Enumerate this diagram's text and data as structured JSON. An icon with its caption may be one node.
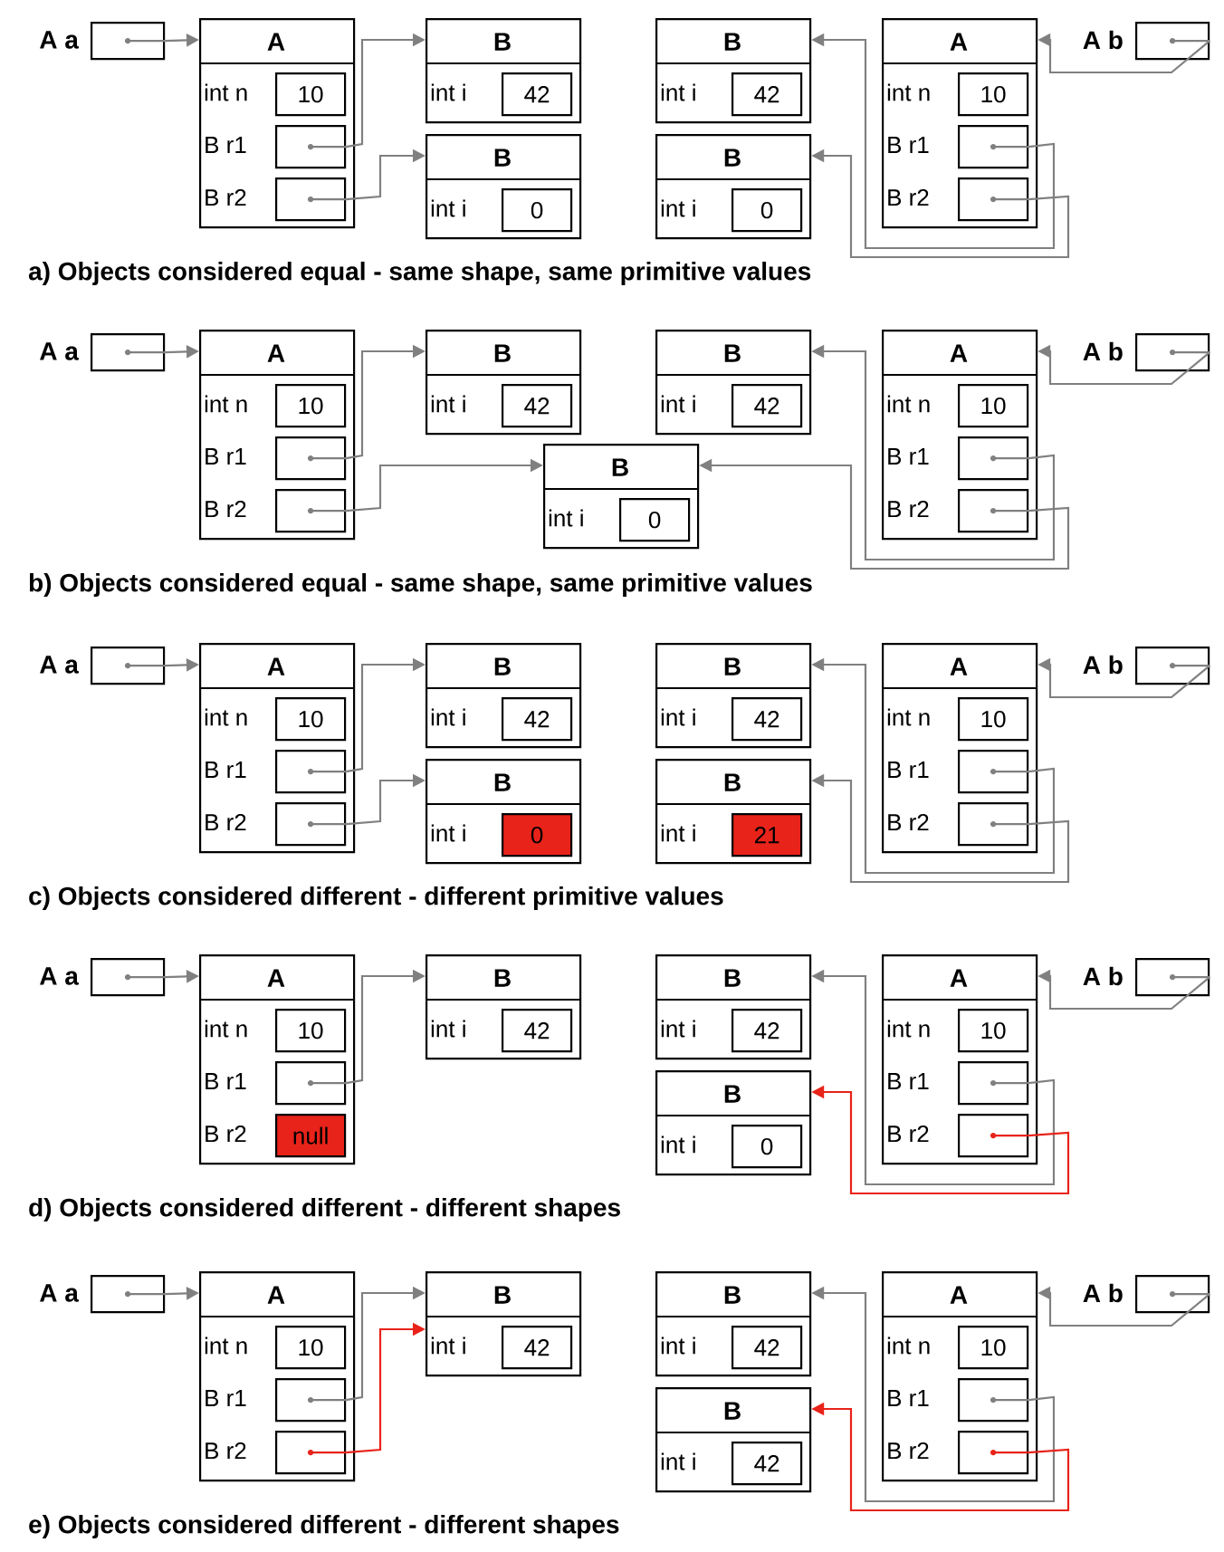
{
  "diagram": {
    "nodes": [
      {
        "text": [
          "A a"
        ]
      },
      {
        "text": [
          "A",
          "int n",
          "B r1",
          "B r2"
        ]
      },
      {
        "text": [
          "10"
        ],
        "in": 1
      },
      {
        "text": [],
        "shape": "box",
        "in": 1
      },
      {
        "text": [],
        "shape": "box",
        "in": 1
      },
      {
        "text": [
          "B",
          "int i"
        ]
      },
      {
        "text": [
          "42"
        ],
        "in": 5
      },
      {
        "text": [
          "B",
          "int i"
        ]
      },
      {
        "text": [
          "0"
        ],
        "in": 7
      },
      {
        "text": [
          "B",
          "int i"
        ]
      },
      {
        "text": [
          "42"
        ],
        "in": 9
      },
      {
        "text": [
          "B",
          "int i"
        ]
      },
      {
        "text": [
          "0"
        ],
        "in": 11
      },
      {
        "text": [
          "A",
          "int n",
          "B r1",
          "B r2"
        ]
      },
      {
        "text": [
          "10"
        ],
        "in": 13
      },
      {
        "text": [],
        "shape": "box",
        "in": 13
      },
      {
        "text": [],
        "shape": "box",
        "in": 13
      },
      {
        "text": [
          "A b"
        ]
      },
      {
        "text": [
          "A a"
        ]
      },
      {
        "text": [
          "A",
          "int n",
          "B r1",
          "B r2"
        ]
      },
      {
        "text": [
          "10"
        ],
        "in": 19
      },
      {
        "text": [],
        "shape": "box",
        "in": 19
      },
      {
        "text": [],
        "shape": "box",
        "in": 19
      },
      {
        "text": [
          "B",
          "int i"
        ]
      },
      {
        "text": [
          "42"
        ],
        "in": 23
      },
      {
        "text": [
          "B",
          "int i"
        ]
      },
      {
        "text": [
          "0"
        ],
        "in": 25
      },
      {
        "text": [
          "B",
          "int i"
        ]
      },
      {
        "text": [
          "42"
        ],
        "in": 27
      },
      {
        "text": [
          "A",
          "int n",
          "B r1",
          "B r2"
        ]
      },
      {
        "text": [
          "10"
        ],
        "in": 29
      },
      {
        "text": [],
        "shape": "box",
        "in": 29
      },
      {
        "text": [],
        "shape": "box",
        "in": 29
      },
      {
        "text": [
          "A b"
        ]
      },
      {
        "text": [
          "A a"
        ]
      },
      {
        "text": [
          "A",
          "int n",
          "B r1",
          "B r2"
        ]
      },
      {
        "text": [
          "10"
        ],
        "in": 35
      },
      {
        "text": [],
        "shape": "box",
        "in": 35
      },
      {
        "text": [],
        "shape": "box",
        "in": 35
      },
      {
        "text": [
          "B",
          "int i"
        ]
      },
      {
        "text": [
          "42"
        ],
        "in": 39
      },
      {
        "text": [
          "B",
          "int i"
        ]
      },
      {
        "text": [
          "0"
        ],
        "in": 41
      },
      {
        "text": [
          "B",
          "int i"
        ]
      },
      {
        "text": [
          "42"
        ],
        "in": 43
      },
      {
        "text": [
          "B",
          "int i"
        ]
      },
      {
        "text": [
          "21"
        ],
        "in": 45
      },
      {
        "text": [
          "A",
          "int n",
          "B r1",
          "B r2"
        ]
      },
      {
        "text": [
          "10"
        ],
        "in": 47
      },
      {
        "text": [],
        "shape": "box",
        "in": 47
      },
      {
        "text": [],
        "shape": "box",
        "in": 47
      },
      {
        "text": [
          "A b"
        ]
      },
      {
        "text": [
          "A a"
        ]
      },
      {
        "text": [
          "A",
          "int n",
          "B r1",
          "B r2"
        ]
      },
      {
        "text": [
          "10"
        ],
        "in": 53
      },
      {
        "text": [],
        "shape": "box",
        "in": 53
      },
      {
        "text": [
          "null"
        ],
        "in": 53
      },
      {
        "text": [
          "B",
          "int i"
        ]
      },
      {
        "text": [
          "42"
        ],
        "in": 57
      },
      {
        "text": [
          "B",
          "int i"
        ]
      },
      {
        "text": [
          "42"
        ],
        "in": 59
      },
      {
        "text": [
          "B",
          "int i"
        ]
      },
      {
        "text": [
          "0"
        ],
        "in": 61
      },
      {
        "text": [
          "A",
          "int n",
          "B r1",
          "B r2"
        ]
      },
      {
        "text": [
          "10"
        ],
        "in": 63
      },
      {
        "text": [],
        "shape": "box",
        "in": 63
      },
      {
        "text": [],
        "shape": "box",
        "in": 63
      },
      {
        "text": [
          "A b"
        ]
      },
      {
        "text": [
          "A a"
        ]
      },
      {
        "text": [
          "A",
          "int n",
          "B r1",
          "B r2"
        ]
      },
      {
        "text": [
          "10"
        ],
        "in": 69
      },
      {
        "text": [],
        "shape": "box",
        "in": 69
      },
      {
        "text": [],
        "shape": "box",
        "in": 69
      },
      {
        "text": [
          "B",
          "int i"
        ]
      },
      {
        "text": [
          "42"
        ],
        "in": 73
      },
      {
        "text": [
          "B",
          "int i"
        ]
      },
      {
        "text": [
          "42"
        ],
        "in": 75
      },
      {
        "text": [
          "B",
          "int i"
        ]
      },
      {
        "text": [
          "42"
        ],
        "in": 77
      },
      {
        "text": [
          "A",
          "int n",
          "B r1",
          "B r2"
        ]
      },
      {
        "text": [
          "10"
        ],
        "in": 79
      },
      {
        "text": [],
        "shape": "box",
        "in": 79
      },
      {
        "text": [],
        "shape": "box",
        "in": 79
      },
      {
        "text": [
          "A b"
        ]
      }
    ],
    "edges": [
      {
        "from": 0,
        "to": 1,
        "arrow": "to"
      },
      {
        "from": 3,
        "to": 5,
        "arrow": "to"
      },
      {
        "from": 4,
        "to": 7,
        "arrow": "to"
      },
      {
        "from": 17,
        "to": 13,
        "arrow": "to"
      },
      {
        "from": 15,
        "to": 9,
        "arrow": "to"
      },
      {
        "from": 16,
        "to": 11,
        "arrow": "to"
      },
      {
        "from": 18,
        "to": 19,
        "arrow": "to"
      },
      {
        "from": 21,
        "to": 23,
        "arrow": "to"
      },
      {
        "from": 22,
        "to": 25,
        "arrow": "to"
      },
      {
        "from": 33,
        "to": 29,
        "arrow": "to"
      },
      {
        "from": 31,
        "to": 27,
        "arrow": "to"
      },
      {
        "from": 32,
        "to": 25,
        "arrow": "to"
      },
      {
        "from": 34,
        "to": 35,
        "arrow": "to"
      },
      {
        "from": 37,
        "to": 39,
        "arrow": "to"
      },
      {
        "from": 38,
        "to": 41,
        "arrow": "to"
      },
      {
        "from": 51,
        "to": 47,
        "arrow": "to"
      },
      {
        "from": 49,
        "to": 43,
        "arrow": "to"
      },
      {
        "from": 50,
        "to": 45,
        "arrow": "to"
      },
      {
        "from": 52,
        "to": 53,
        "arrow": "to"
      },
      {
        "from": 55,
        "to": 57,
        "arrow": "to"
      },
      {
        "from": 67,
        "to": 63,
        "arrow": "to"
      },
      {
        "from": 65,
        "to": 59,
        "arrow": "to"
      },
      {
        "from": 66,
        "to": 61,
        "arrow": "to",
        "color": "#e8231a"
      },
      {
        "from": 68,
        "to": 69,
        "arrow": "to"
      },
      {
        "from": 71,
        "to": 73,
        "arrow": "to"
      },
      {
        "from": 72,
        "to": 73,
        "arrow": "to",
        "color": "#e8231a"
      },
      {
        "from": 83,
        "to": 79,
        "arrow": "to"
      },
      {
        "from": 81,
        "to": 75,
        "arrow": "to"
      },
      {
        "from": 82,
        "to": 77,
        "arrow": "to",
        "color": "#e8231a"
      }
    ],
    "labels": [
      "a) Objects considered equal - same shape, same primitive values",
      "b) Objects considered equal - same shape, same primitive values",
      "c) Objects considered different - different primitive values",
      "d) Objects considered different - different shapes",
      "e) Objects considered different - different shapes"
    ]
  }
}
